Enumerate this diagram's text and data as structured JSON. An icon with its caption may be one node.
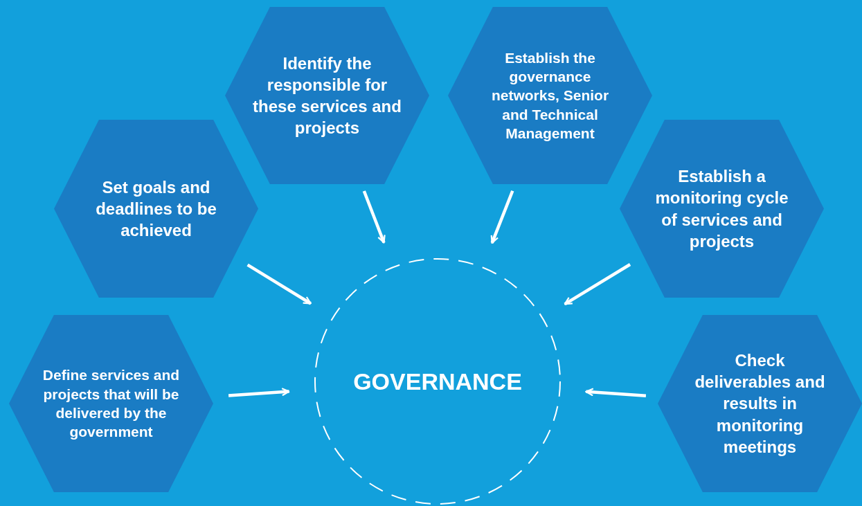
{
  "diagram": {
    "nodes": [
      {
        "text": [
          "Define services and projects that will be delivered by the government"
        ]
      },
      {
        "text": [
          "Set goals and deadlines to be achieved"
        ]
      },
      {
        "text": [
          "Identify the responsible for these services and projects"
        ]
      },
      {
        "text": [
          "Establish the governance networks, Senior and Technical Management"
        ]
      },
      {
        "text": [
          "Establish a monitoring cycle of services and projects"
        ]
      },
      {
        "text": [
          "Check deliverables and results in monitoring meetings"
        ]
      },
      {
        "text": [
          "GOVERNANCE"
        ]
      }
    ],
    "edges": [
      {
        "from": 0,
        "to": 6,
        "arrow": "to"
      },
      {
        "from": 1,
        "to": 6,
        "arrow": "to"
      },
      {
        "from": 2,
        "to": 6,
        "arrow": "to"
      },
      {
        "from": 3,
        "to": 6,
        "arrow": "to"
      },
      {
        "from": 4,
        "to": 6,
        "arrow": "to"
      },
      {
        "from": 5,
        "to": 6,
        "arrow": "to"
      }
    ]
  }
}
